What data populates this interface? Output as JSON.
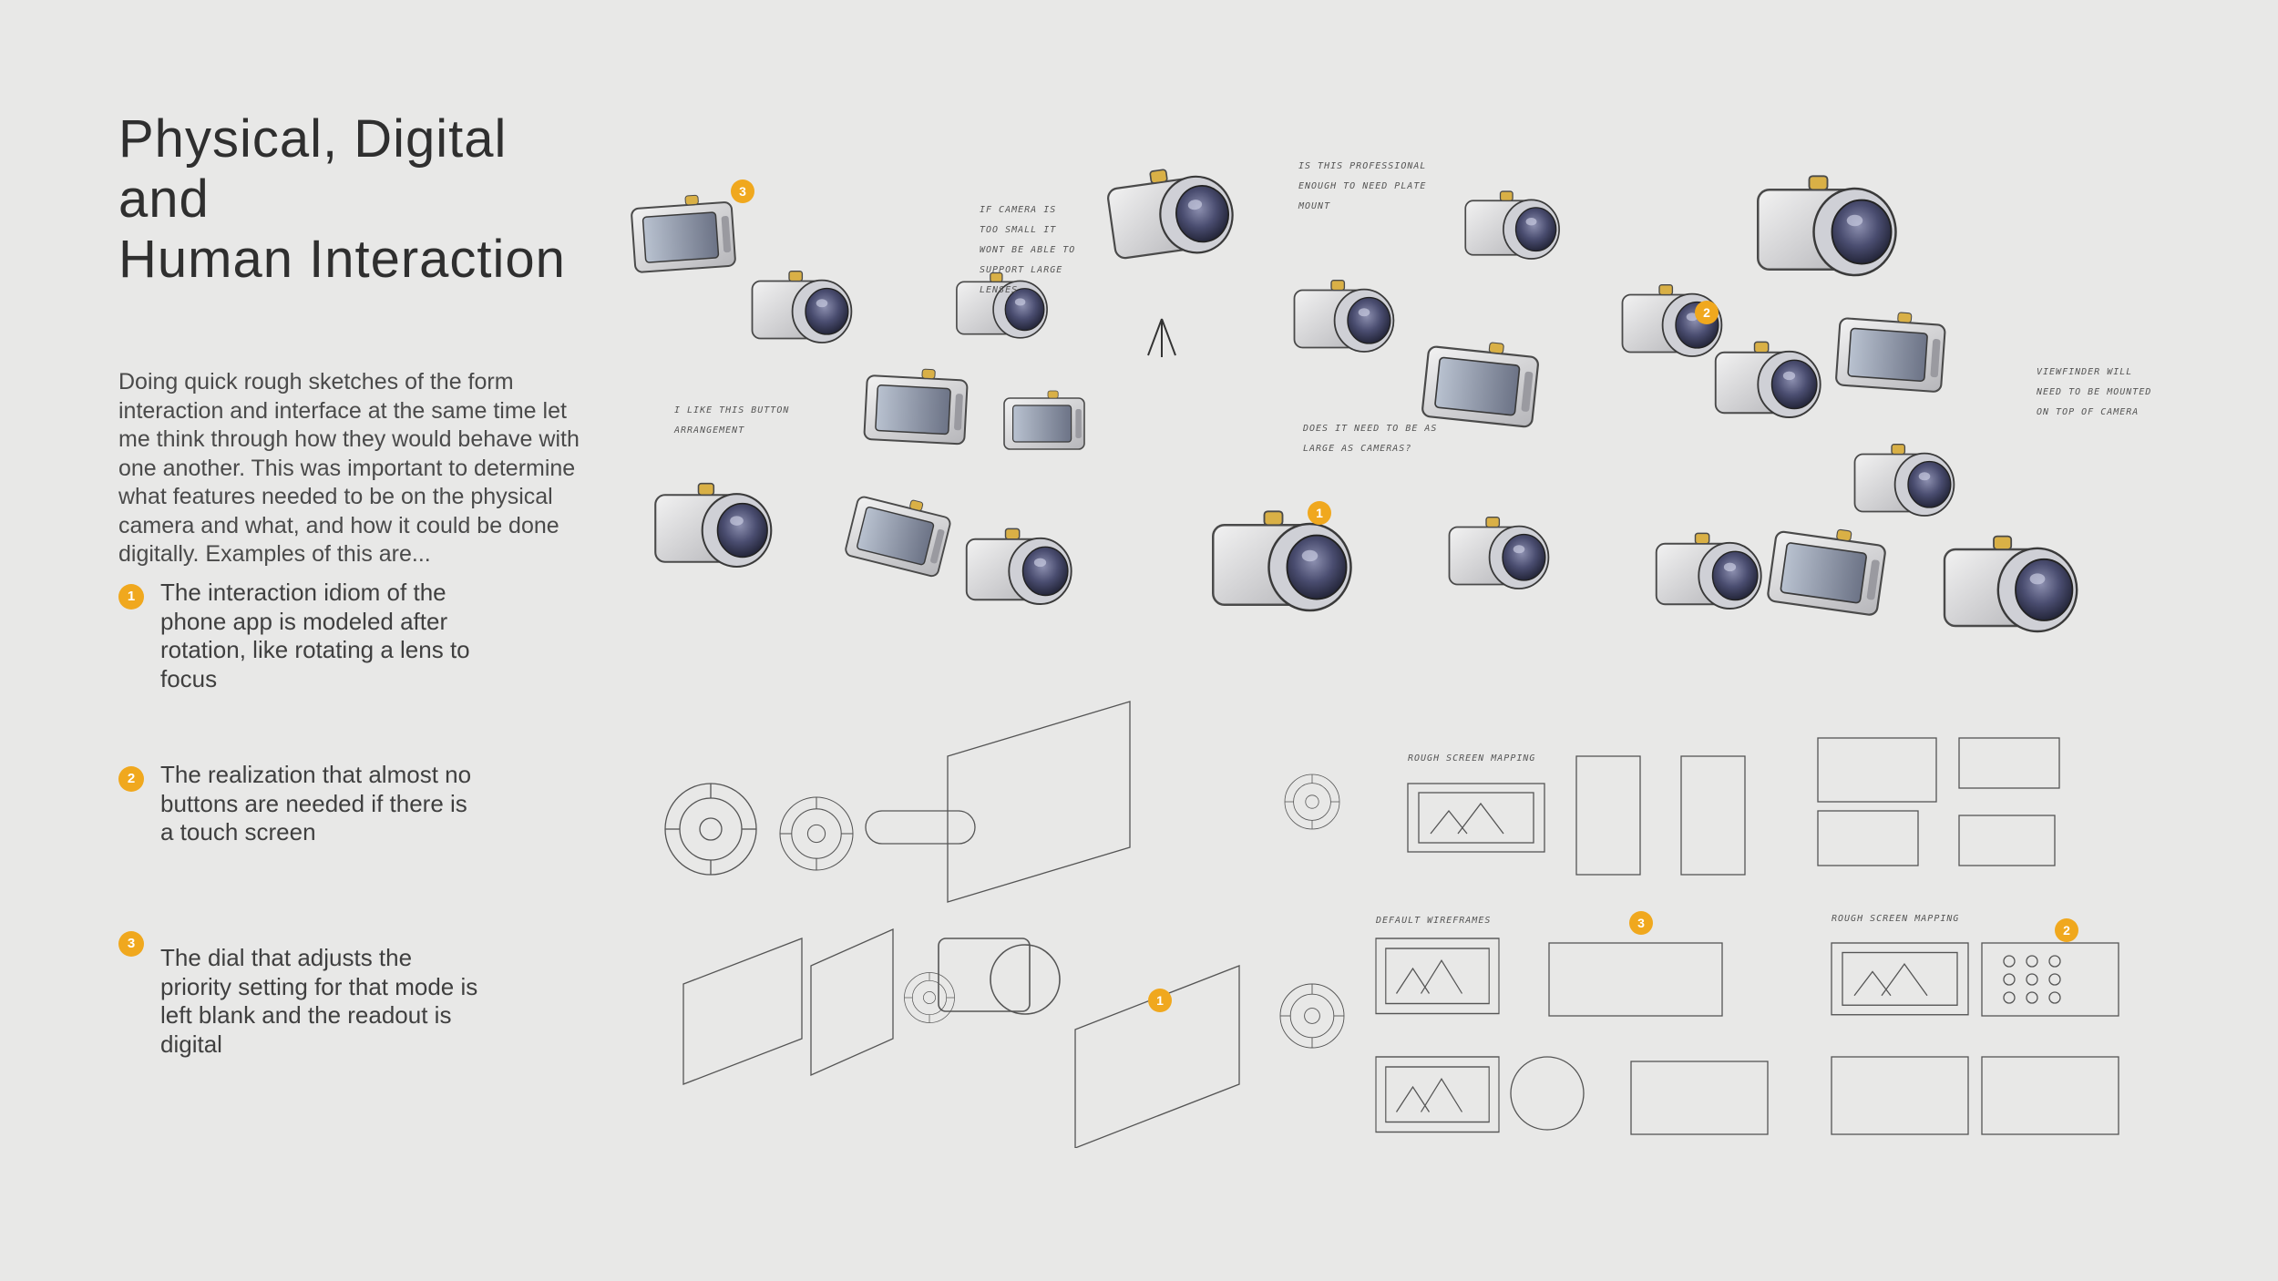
{
  "title_line1": "Physical, Digital and",
  "title_line2": "Human Interaction",
  "intro": "Doing quick rough sketches of the form interaction and interface at the same time let me think through how they would behave with one another. This  was important to determine what features needed to be on the physical camera and what, and how it could be done digitally. Examples of this are...",
  "points": [
    {
      "number": "1",
      "text": "The interaction idiom of the phone app is modeled after rotation, like rotating a lens to focus"
    },
    {
      "number": "2",
      "text": "The realization that almost no buttons are needed if there is a touch screen"
    },
    {
      "number": "3",
      "text": "The dial that adjusts the priority setting for that mode is left blank and the readout is digital"
    }
  ],
  "markers": {
    "m1": "1",
    "m2": "2",
    "m3": "3"
  },
  "notes": {
    "n1": "IF CAMERA IS TOO SMALL IT WONT BE ABLE TO SUPPORT LARGE LENSES",
    "n2": "IS THIS PROFESSIONAL ENOUGH TO NEED PLATE MOUNT",
    "n3": "I LIKE THIS BUTTON ARRANGEMENT",
    "n4": "DOES IT NEED TO BE AS LARGE AS CAMERAS?",
    "n5": "VIEWFINDER WILL NEED TO BE MOUNTED ON TOP OF CAMERA",
    "n6": "DEFAULT WIREFRAMES",
    "n7": "ROUGH SCREEN MAPPING",
    "n8": "ROUGH SCREEN MAPPING"
  },
  "colors": {
    "accent": "#f0a81e",
    "background": "#e8e8e7"
  }
}
